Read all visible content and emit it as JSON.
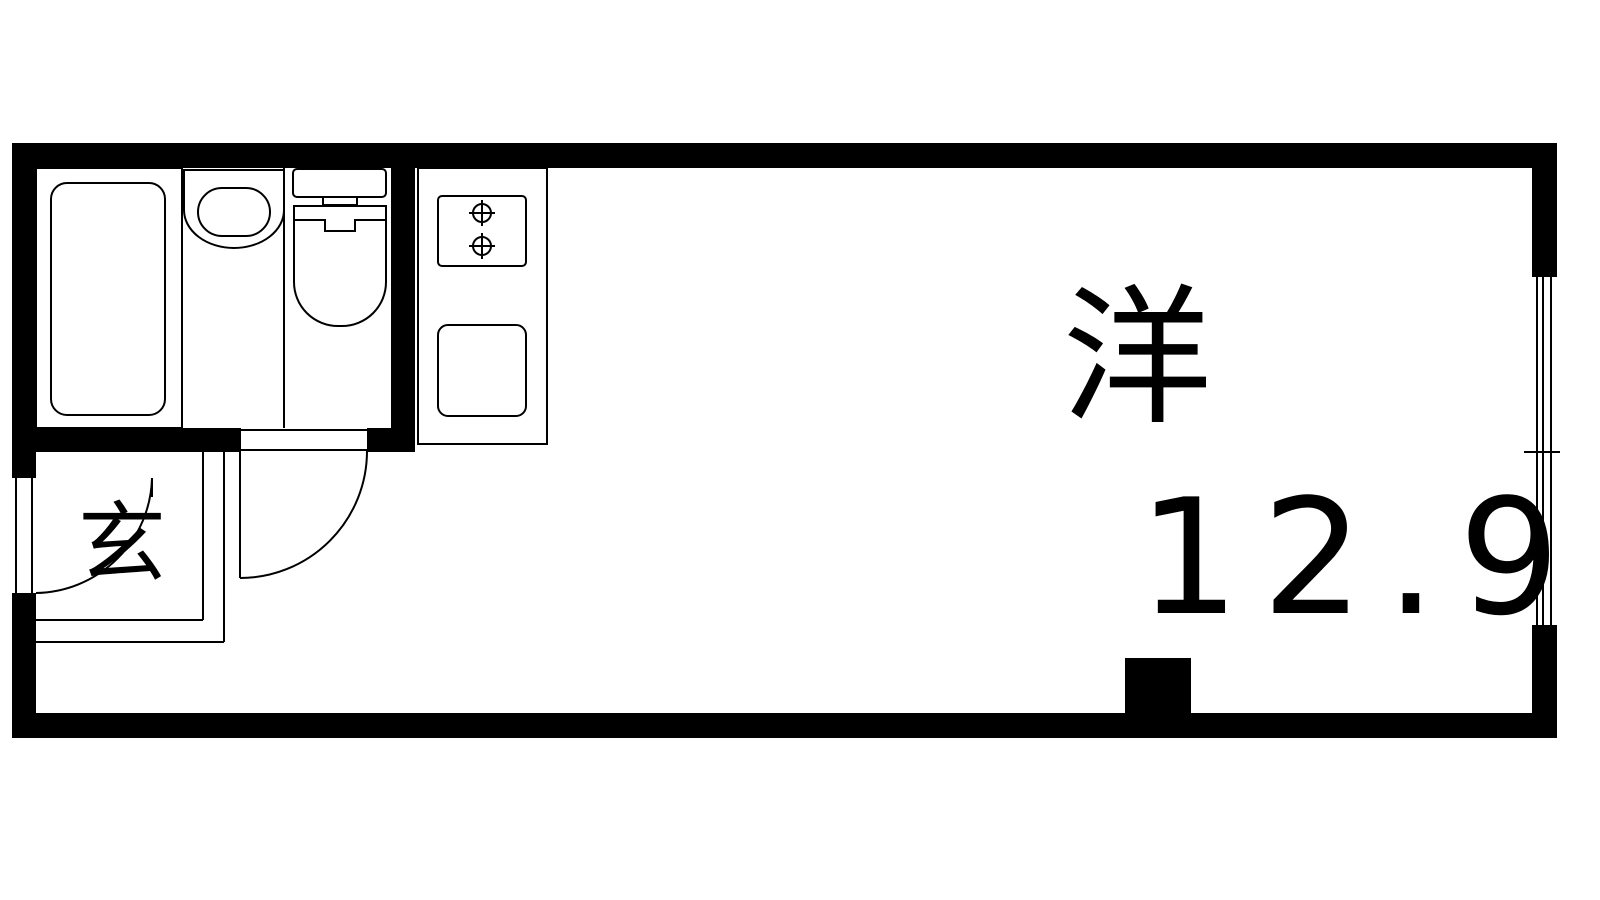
{
  "plan": {
    "rooms": {
      "western_room": {
        "label": "洋",
        "size": "12.9"
      },
      "entrance": {
        "label": "玄"
      }
    }
  },
  "colors": {
    "wall": "#000000",
    "fixture_line": "#000000",
    "background": "#ffffff"
  },
  "icons": [
    "bathtub-icon",
    "washbasin-icon",
    "toilet-icon",
    "stove-icon",
    "sink-icon"
  ]
}
